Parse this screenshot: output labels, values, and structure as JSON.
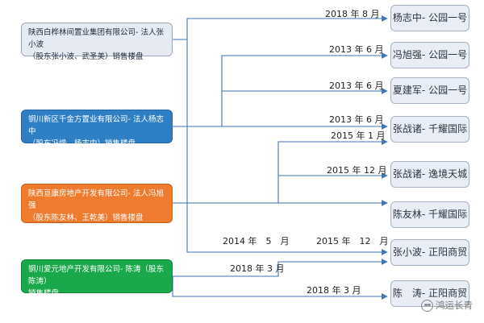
{
  "companies": [
    {
      "line1": "陕西白桦林间置业集团有限公司- 法人张小波",
      "line2": "（股东张小波、武圣美）销售楼盘"
    },
    {
      "line1": "铜川新区千金方置业有限公司- 法人杨志中",
      "line2": "（股东冯燥、杨志中）销售楼盘"
    },
    {
      "line1": "陕西亘康房地产开发有限公司- 法人冯旭强",
      "line2": "（股东陈友林、王乾美）销售楼盘"
    },
    {
      "line1": "铜川爱元地产开发有限公司- 陈涛（股东陈涛）",
      "line2": "销售楼盘"
    }
  ],
  "projects": [
    "杨志中- 公园一号",
    "冯旭强- 公园一号",
    "夏建军- 公园一号",
    "张战诸- 千耀国际",
    "张战诸- 逸境天城",
    "陈友林- 千耀国际",
    "张小波- 正阳商贸",
    "陈　涛- 正阳商贸"
  ],
  "dates": [
    "2018 年 8 月",
    "2013 年 6 月",
    "2013 年 6 月",
    "2013 年 6 月",
    "2015 年 1 月",
    "2015 年 12 月",
    "2014 年　5　月",
    "2015 年　12　月",
    "2018 年 3 月",
    "2018 年 3 月"
  ],
  "watermark": "鸿运长青",
  "colors": {
    "line": "#3f73b5",
    "c1": "#e6ebf3",
    "c2": "#2f7fc4",
    "c3": "#ef7b2e",
    "c4": "#19a84a",
    "project": "#e9edf5"
  }
}
